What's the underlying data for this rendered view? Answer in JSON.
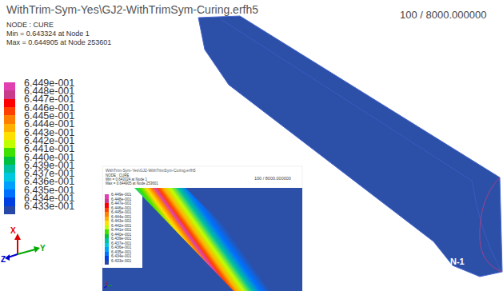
{
  "diagram": {
    "labels": [
      "WithTrim-Sym-Yes\\GJ2-WithTrimSym-Curing.erfh5",
      "NODE : CURE",
      "Min = 0.643324 at Node 1",
      "Max = 0.644905 at Node 253601",
      "100 / 8000.000000",
      "N-1",
      "X",
      "Y",
      "Z",
      "WithTrim-Sym-Yes\\GJ2-WithTrimSym-Curing.erfh5",
      "NODE : CURE",
      "Min = 0.643324 at Node 1",
      "Max = 0.644905 at Node 253601",
      "100 / 8000.000000"
    ],
    "legend": [
      {
        "text": "6.449e-001",
        "color": "#e040b0"
      },
      {
        "text": "6.448e-001",
        "color": "#c83c8c"
      },
      {
        "text": "6.447e-001",
        "color": "#ff0000"
      },
      {
        "text": "6.446e-001",
        "color": "#ff4000"
      },
      {
        "text": "6.445e-001",
        "color": "#ff8000"
      },
      {
        "text": "6.444e-001",
        "color": "#ffb000"
      },
      {
        "text": "6.443e-001",
        "color": "#ffe000"
      },
      {
        "text": "6.442e-001",
        "color": "#c0ff00"
      },
      {
        "text": "6.441e-001",
        "color": "#40e000"
      },
      {
        "text": "6.440e-001",
        "color": "#00c040"
      },
      {
        "text": "6.439e-001",
        "color": "#00c0a0"
      },
      {
        "text": "6.437e-001",
        "color": "#00c8e0"
      },
      {
        "text": "6.436e-001",
        "color": "#00a0ff"
      },
      {
        "text": "6.435e-001",
        "color": "#0070ff"
      },
      {
        "text": "6.434e-001",
        "color": "#0040e0"
      },
      {
        "text": "6.433e-001",
        "color": "#2848a8"
      },
      {
        "text": "6.449e-001",
        "color": "#e040b0"
      },
      {
        "text": "6.448e-001",
        "color": "#c83c8c"
      },
      {
        "text": "6.447e-001",
        "color": "#ff0000"
      },
      {
        "text": "6.446e-001",
        "color": "#ff4000"
      },
      {
        "text": "6.445e-001",
        "color": "#ff8000"
      },
      {
        "text": "6.444e-001",
        "color": "#ffb000"
      },
      {
        "text": "6.443e-001",
        "color": "#ffe000"
      },
      {
        "text": "6.442e-001",
        "color": "#c0ff00"
      },
      {
        "text": "6.441e-001",
        "color": "#40e000"
      },
      {
        "text": "6.440e-001",
        "color": "#00c040"
      },
      {
        "text": "6.439e-001",
        "color": "#00c0a0"
      },
      {
        "text": "6.437e-001",
        "color": "#00c8e0"
      },
      {
        "text": "6.436e-001",
        "color": "#00a0ff"
      },
      {
        "text": "6.435e-001",
        "color": "#0070ff"
      },
      {
        "text": "6.434e-001",
        "color": "#0040e0"
      },
      {
        "text": "6.433e-001",
        "color": "#2848a8"
      }
    ]
  }
}
